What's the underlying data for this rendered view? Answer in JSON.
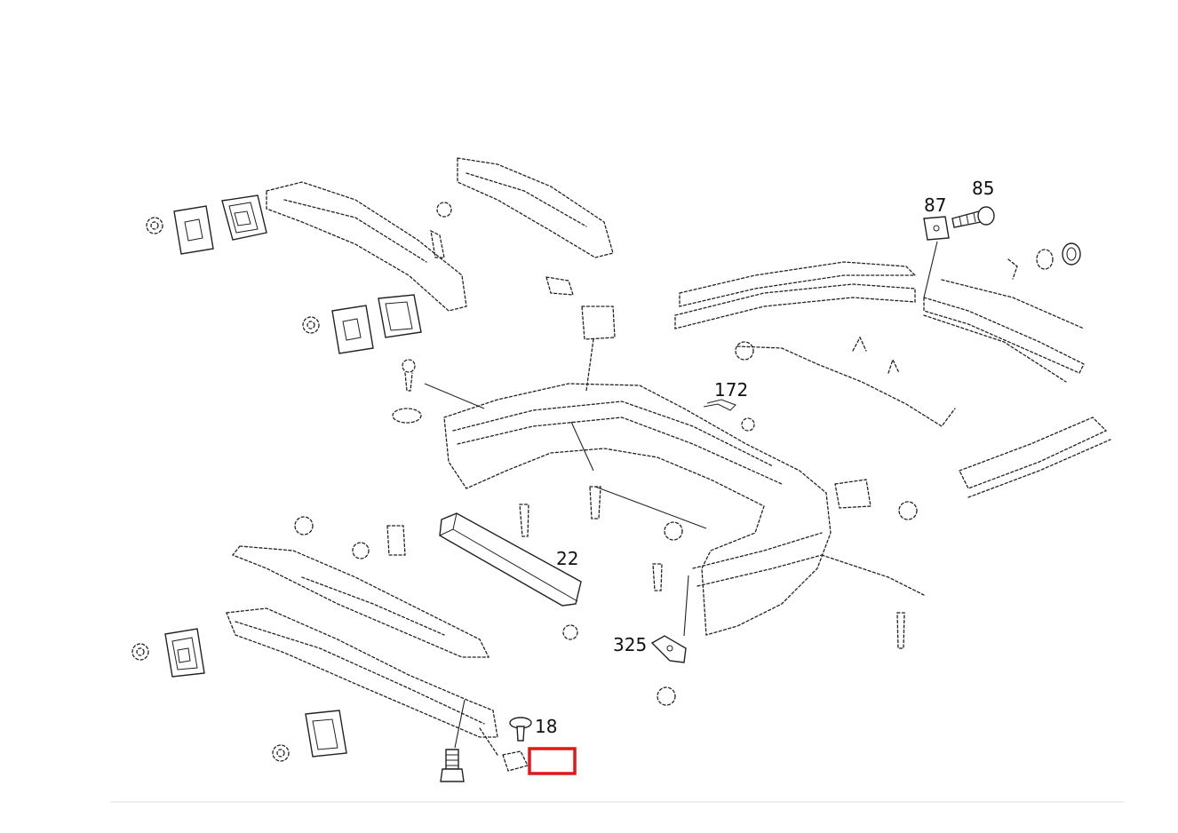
{
  "labels": {
    "l_87": "87",
    "l_85": "85",
    "l_172": "172",
    "l_22": "22",
    "l_325": "325",
    "l_18": "18"
  },
  "colors": {
    "line": "#222222",
    "highlight": "#e01818",
    "label_faint": "#9a9a9a"
  },
  "highlighted_part": "selected-part-box"
}
